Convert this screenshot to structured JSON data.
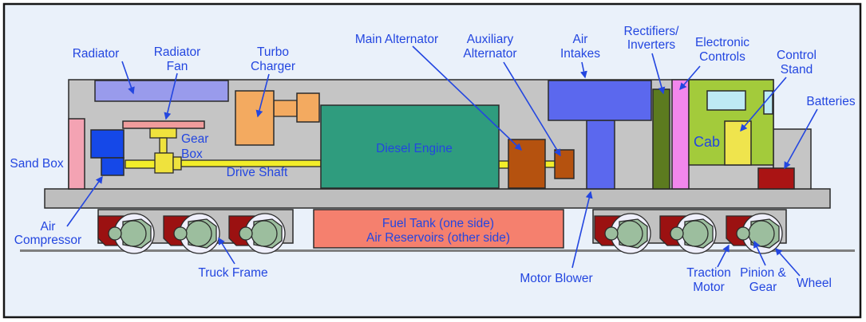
{
  "diagram": "diesel-electric locomotive cutaway diagram",
  "colors": {
    "label_blue": "#2346e0",
    "background": "#eaf1fa",
    "border": "#151515",
    "body_gray": "#c5c5c5",
    "deck_gray": "#bebebe",
    "truck_gray": "#c2c2c2",
    "rail_gray": "#7f7f7f",
    "radiator": "#999bec",
    "radiator_fan": "#f09c9c",
    "sand_box": "#f4a3b3",
    "air_compressor": "#1548e8",
    "gear_yellow": "#efe23d",
    "shaft_yellow": "#f2ed2a",
    "turbo": "#f3aa60",
    "engine": "#2f9c7e",
    "alternator": "#b5520f",
    "air_blue": "#5b68ee",
    "rectifiers": "#5c7b1f",
    "electronics": "#f287ec",
    "cab": "#a3cb3b",
    "window": "#beeaf4",
    "control_stand": "#efe44d",
    "batteries": "#aa1414",
    "traction_motor": "#9b1111",
    "wheel_rim": "#efeffb",
    "gear_green": "#9cbe9e",
    "fuel_tank": "#f5806e"
  },
  "labels": {
    "radiator": {
      "text": "Radiator"
    },
    "radiator_fan": {
      "line1": "Radiator",
      "line2": "Fan"
    },
    "turbo_charger": {
      "line1": "Turbo",
      "line2": "Charger"
    },
    "main_alternator": {
      "text": "Main Alternator"
    },
    "auxiliary_alternator": {
      "line1": "Auxiliary",
      "line2": "Alternator"
    },
    "air_intakes": {
      "line1": "Air",
      "line2": "Intakes"
    },
    "rectifiers_inverters": {
      "line1": "Rectifiers/",
      "line2": "Inverters"
    },
    "electronic_controls": {
      "line1": "Electronic",
      "line2": "Controls"
    },
    "control_stand": {
      "line1": "Control",
      "line2": "Stand"
    },
    "batteries": {
      "text": "Batteries"
    },
    "sand_box": {
      "text": "Sand Box"
    },
    "air_compressor": {
      "line1": "Air",
      "line2": "Compressor"
    },
    "gear_box": {
      "line1": "Gear",
      "line2": "Box"
    },
    "drive_shaft": {
      "text": "Drive Shaft"
    },
    "diesel_engine": {
      "text": "Diesel Engine"
    },
    "cab": {
      "text": "Cab"
    },
    "fuel_tank": {
      "line1": "Fuel Tank (one side)",
      "line2": "Air Reservoirs (other side)"
    },
    "motor_blower": {
      "text": "Motor Blower"
    },
    "truck_frame": {
      "text": "Truck Frame"
    },
    "traction_motor": {
      "line1": "Traction",
      "line2": "Motor"
    },
    "pinion_gear": {
      "line1": "Pinion &",
      "line2": "Gear"
    },
    "wheel": {
      "text": "Wheel"
    }
  }
}
